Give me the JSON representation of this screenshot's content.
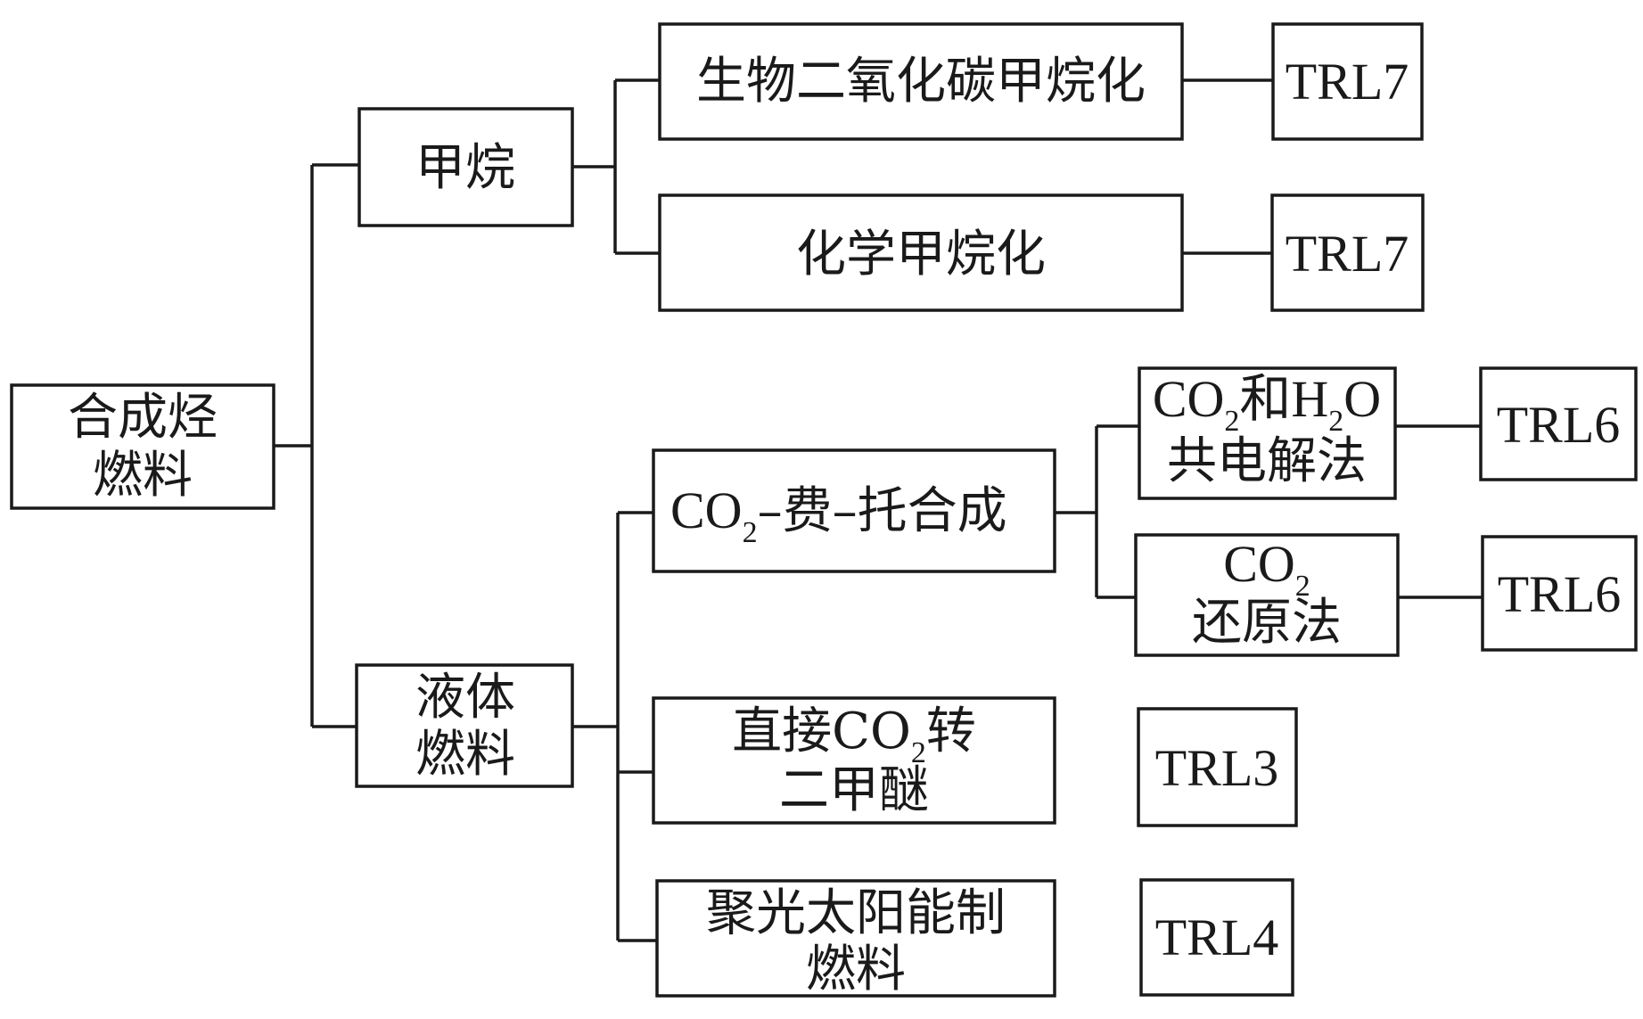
{
  "root": {
    "line1": "合成烃",
    "line2": "燃料"
  },
  "methane": {
    "label": "甲烷",
    "children": [
      {
        "label": "生物二氧化碳甲烷化",
        "trl": "TRL7"
      },
      {
        "label": "化学甲烷化",
        "trl": "TRL7"
      }
    ]
  },
  "liquid": {
    "line1": "液体",
    "line2": "燃料",
    "ft": {
      "prefix": "CO",
      "sub": "2",
      "suffix": "–费–托合成",
      "children": [
        {
          "line1_a": "CO",
          "line1_sub1": "2",
          "line1_b": "和H",
          "line1_sub2": "2",
          "line1_c": "O",
          "line2": "共电解法",
          "trl": "TRL6"
        },
        {
          "line1_a": "CO",
          "line1_sub": "2",
          "line2": "还原法",
          "trl": "TRL6"
        }
      ]
    },
    "dme": {
      "line1_a": "直接CO",
      "line1_sub": "2",
      "line1_b": "转",
      "line2": "二甲醚",
      "trl": "TRL3"
    },
    "solar": {
      "line1": "聚光太阳能制",
      "line2": "燃料",
      "trl": "TRL4"
    }
  }
}
